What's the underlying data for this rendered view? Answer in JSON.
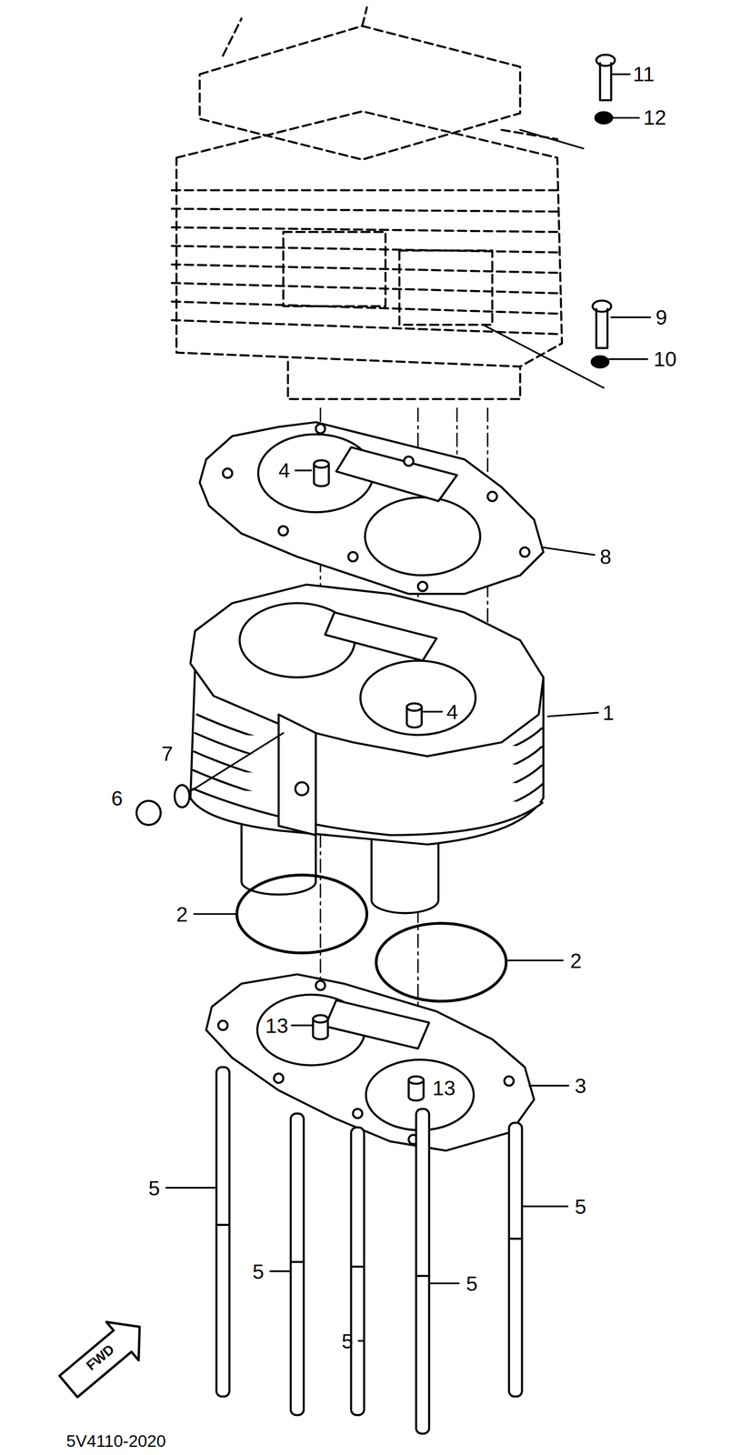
{
  "diagram": {
    "labels": [
      "11",
      "12",
      "9",
      "10",
      "4",
      "8",
      "4",
      "1",
      "7",
      "6",
      "2",
      "2",
      "13",
      "13",
      "3",
      "5",
      "5",
      "5",
      "5",
      "5",
      "FWD",
      "5V4110-2020"
    ]
  }
}
